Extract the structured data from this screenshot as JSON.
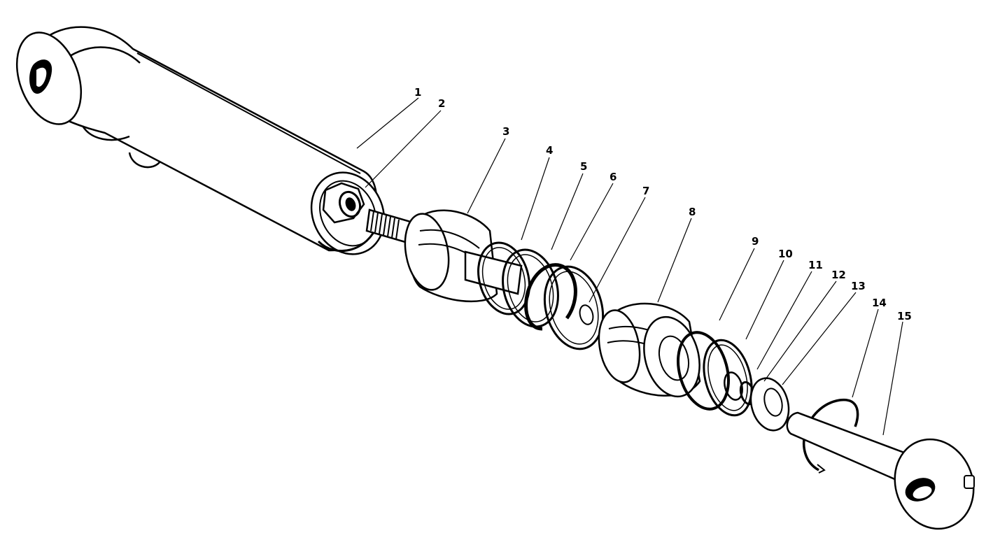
{
  "diagram": {
    "callouts": [
      {
        "id": "1",
        "text": "1"
      },
      {
        "id": "2",
        "text": "2"
      },
      {
        "id": "3",
        "text": "3"
      },
      {
        "id": "4",
        "text": "4"
      },
      {
        "id": "5",
        "text": "5"
      },
      {
        "id": "6",
        "text": "6"
      },
      {
        "id": "7",
        "text": "7"
      },
      {
        "id": "8",
        "text": "8"
      },
      {
        "id": "9",
        "text": "9"
      },
      {
        "id": "10",
        "text": "10"
      },
      {
        "id": "11",
        "text": "11"
      },
      {
        "id": "12",
        "text": "12"
      },
      {
        "id": "13",
        "text": "13"
      },
      {
        "id": "14",
        "text": "14"
      },
      {
        "id": "15",
        "text": "15"
      }
    ],
    "colors": {
      "ink": "#000000",
      "paper": "#ffffff"
    }
  }
}
